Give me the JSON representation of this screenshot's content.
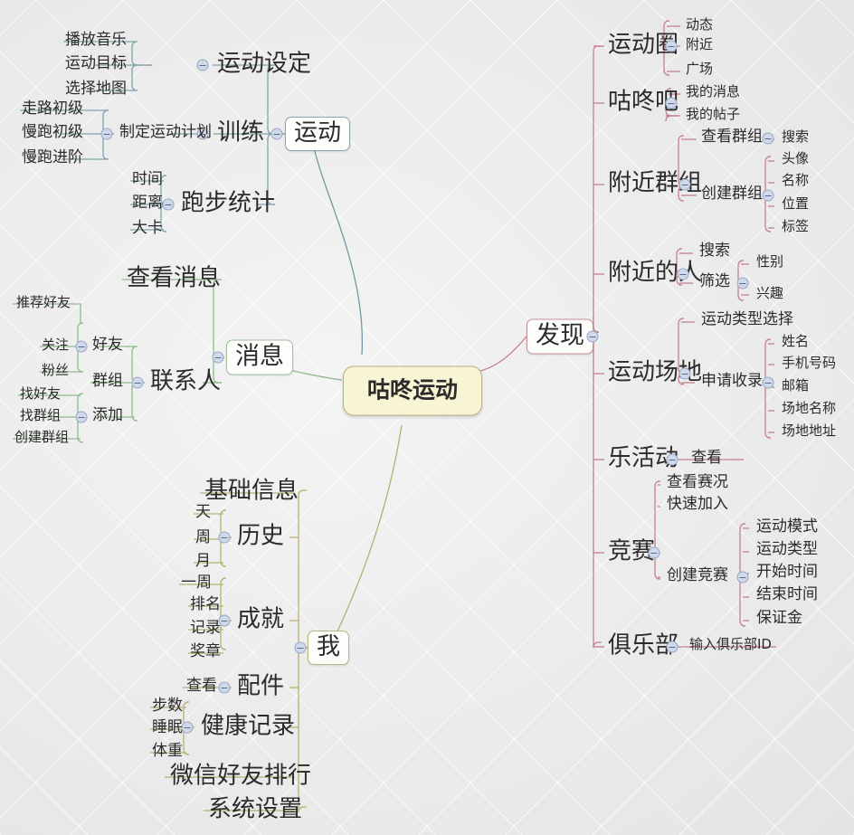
{
  "title": "咕咚运动",
  "colors": {
    "root_fill": "#f7f5d3",
    "root_border": "#b9b07e",
    "branch_sport": "#7fa3ab",
    "branch_message": "#8fb98c",
    "branch_discover": "#c4818c",
    "branch_me": "#b5b173",
    "toggle_fill": "#cfd9ea",
    "text": "#2b2b2b",
    "background": "#ededed"
  },
  "icons": {
    "collapse": "minus-circle-icon"
  },
  "branches": [
    {
      "id": "sport",
      "label": "运动",
      "color": "#7fa3ab",
      "children": [
        {
          "label": "运动设定",
          "children": [
            {
              "label": "播放音乐"
            },
            {
              "label": "运动目标"
            },
            {
              "label": "选择地图"
            }
          ]
        },
        {
          "label": "训练",
          "children": [
            {
              "label": "制定运动计划",
              "children": [
                {
                  "label": "走路初级"
                },
                {
                  "label": "慢跑初级"
                },
                {
                  "label": "慢跑进阶"
                }
              ]
            }
          ]
        },
        {
          "label": "跑步统计",
          "children": [
            {
              "label": "时间"
            },
            {
              "label": "距离"
            },
            {
              "label": "大卡"
            }
          ]
        }
      ]
    },
    {
      "id": "message",
      "label": "消息",
      "color": "#8fb98c",
      "children": [
        {
          "label": "查看消息"
        },
        {
          "label": "联系人",
          "children": [
            {
              "label": "好友",
              "children": [
                {
                  "label": "推荐好友"
                },
                {
                  "label": "关注"
                },
                {
                  "label": "粉丝"
                }
              ]
            },
            {
              "label": "群组"
            },
            {
              "label": "添加",
              "children": [
                {
                  "label": "找好友"
                },
                {
                  "label": "找群组"
                },
                {
                  "label": "创建群组"
                }
              ]
            }
          ]
        }
      ]
    },
    {
      "id": "discover",
      "label": "发现",
      "color": "#c4818c",
      "children": [
        {
          "label": "运动圈",
          "children": [
            {
              "label": "动态"
            },
            {
              "label": "附近"
            },
            {
              "label": "广场"
            }
          ]
        },
        {
          "label": "咕咚吧",
          "children": [
            {
              "label": "我的消息"
            },
            {
              "label": "我的帖子"
            }
          ]
        },
        {
          "label": "附近群组",
          "children": [
            {
              "label": "查看群组",
              "children": [
                {
                  "label": "搜索"
                }
              ]
            },
            {
              "label": "创建群组",
              "children": [
                {
                  "label": "头像"
                },
                {
                  "label": "名称"
                },
                {
                  "label": "位置"
                },
                {
                  "label": "标签"
                }
              ]
            }
          ]
        },
        {
          "label": "附近的人",
          "children": [
            {
              "label": "搜索"
            },
            {
              "label": "筛选",
              "children": [
                {
                  "label": "性别"
                },
                {
                  "label": "兴趣"
                }
              ]
            }
          ]
        },
        {
          "label": "运动场地",
          "children": [
            {
              "label": "运动类型选择"
            },
            {
              "label": "申请收录",
              "children": [
                {
                  "label": "姓名"
                },
                {
                  "label": "手机号码"
                },
                {
                  "label": "邮箱"
                },
                {
                  "label": "场地名称"
                },
                {
                  "label": "场地地址"
                }
              ]
            }
          ]
        },
        {
          "label": "乐活动",
          "children": [
            {
              "label": "查看"
            }
          ]
        },
        {
          "label": "竞赛",
          "children": [
            {
              "label": "查看赛况"
            },
            {
              "label": "快速加入"
            },
            {
              "label": "创建竞赛",
              "children": [
                {
                  "label": "运动模式"
                },
                {
                  "label": "运动类型"
                },
                {
                  "label": "开始时间"
                },
                {
                  "label": "结束时间"
                },
                {
                  "label": "保证金"
                }
              ]
            }
          ]
        },
        {
          "label": "俱乐部",
          "children": [
            {
              "label": "输入俱乐部ID"
            }
          ]
        }
      ]
    },
    {
      "id": "me",
      "label": "我",
      "color": "#b5b173",
      "children": [
        {
          "label": "基础信息"
        },
        {
          "label": "历史",
          "children": [
            {
              "label": "天"
            },
            {
              "label": "周"
            },
            {
              "label": "月"
            }
          ]
        },
        {
          "label": "成就",
          "children": [
            {
              "label": "一周"
            },
            {
              "label": "排名"
            },
            {
              "label": "记录"
            },
            {
              "label": "奖章"
            }
          ]
        },
        {
          "label": "配件",
          "children": [
            {
              "label": "查看"
            }
          ]
        },
        {
          "label": "健康记录",
          "children": [
            {
              "label": "步数"
            },
            {
              "label": "睡眠"
            },
            {
              "label": "体重"
            }
          ]
        },
        {
          "label": "微信好友排行"
        },
        {
          "label": "系统设置"
        }
      ]
    }
  ],
  "nodes": {
    "root": "咕咚运动",
    "sport": "运动",
    "sport_set": "运动设定",
    "play_music": "播放音乐",
    "sport_goal": "运动目标",
    "choose_map": "选择地图",
    "train": "训练",
    "make_plan": "制定运动计划",
    "walk_basic": "走路初级",
    "jog_basic": "慢跑初级",
    "jog_adv": "慢跑进阶",
    "run_stats": "跑步统计",
    "time": "时间",
    "distance": "距离",
    "kcal": "大卡",
    "message": "消息",
    "view_msg": "查看消息",
    "contacts": "联系人",
    "friends": "好友",
    "rec_friend": "推荐好友",
    "following": "关注",
    "fans": "粉丝",
    "groups": "群组",
    "add": "添加",
    "find_friend": "找好友",
    "find_group": "找群组",
    "create_group_m": "创建群组",
    "discover": "发现",
    "sport_circle": "运动圈",
    "dynamic": "动态",
    "nearby": "附近",
    "square": "广场",
    "codoon_bar": "咕咚吧",
    "my_msg": "我的消息",
    "my_post": "我的帖子",
    "nearby_group": "附近群组",
    "view_group": "查看群组",
    "search1": "搜索",
    "create_group": "创建群组",
    "avatar": "头像",
    "name": "名称",
    "location": "位置",
    "tag": "标签",
    "nearby_people": "附近的人",
    "search2": "搜索",
    "filter": "筛选",
    "gender": "性别",
    "interest": "兴趣",
    "sport_venue": "运动场地",
    "sport_type_sel": "运动类型选择",
    "apply_include": "申请收录",
    "p_name": "姓名",
    "p_phone": "手机号码",
    "p_email": "邮箱",
    "v_name": "场地名称",
    "v_addr": "场地地址",
    "le_activity": "乐活动",
    "view1": "查看",
    "contest": "竞赛",
    "view_match": "查看赛况",
    "quick_join": "快速加入",
    "create_contest": "创建竞赛",
    "sport_mode": "运动模式",
    "sport_type": "运动类型",
    "start_time": "开始时间",
    "end_time": "结束时间",
    "deposit": "保证金",
    "club": "俱乐部",
    "club_id": "输入俱乐部ID",
    "me": "我",
    "basic_info": "基础信息",
    "history": "历史",
    "day": "天",
    "week": "周",
    "month": "月",
    "achievement": "成就",
    "one_week": "一周",
    "rank": "排名",
    "record": "记录",
    "medal": "奖章",
    "accessory": "配件",
    "view2": "查看",
    "health": "健康记录",
    "steps": "步数",
    "sleep": "睡眠",
    "weight": "体重",
    "wechat_rank": "微信好友排行",
    "settings": "系统设置"
  }
}
